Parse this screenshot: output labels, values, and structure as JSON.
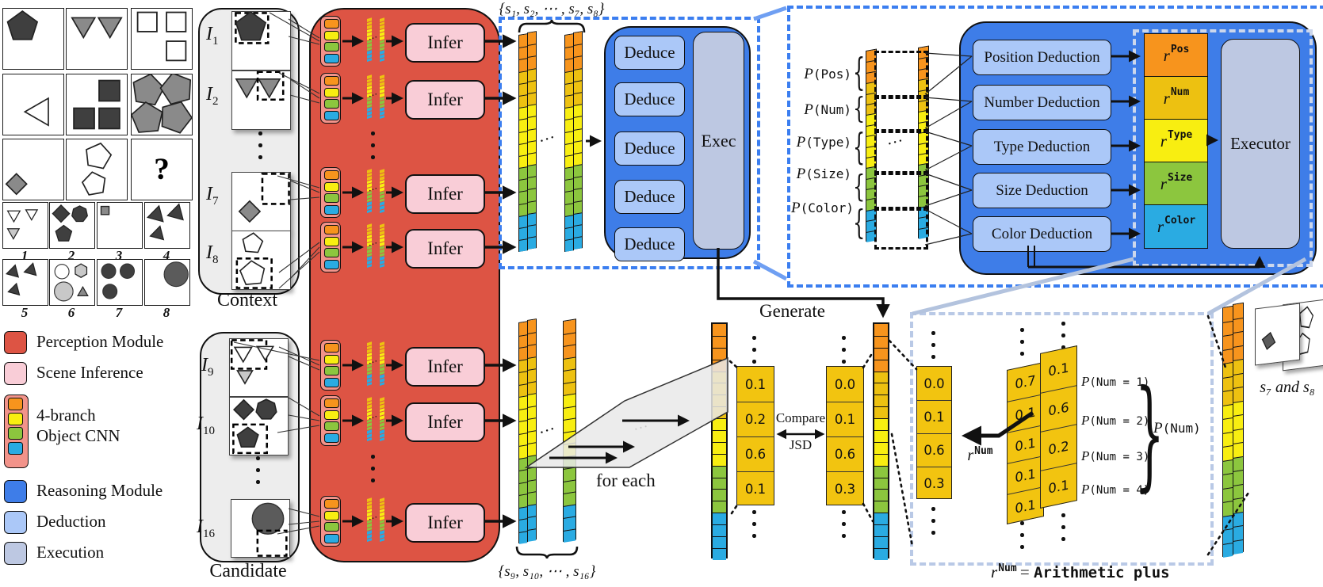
{
  "glyphs": {
    "hdots": "···",
    "question_mark": "?",
    "brace_left": "{",
    "brace_right": "}"
  },
  "answer_grid": {
    "numbers": [
      "1",
      "2",
      "3",
      "4",
      "5",
      "6",
      "7",
      "8"
    ]
  },
  "legend": {
    "items": [
      {
        "label": "Perception Module"
      },
      {
        "label": "Scene Inference"
      },
      {
        "label_line1": "4-branch",
        "label_line2": "Object CNN"
      },
      {
        "label": "Reasoning Module"
      },
      {
        "label": "Deduction"
      },
      {
        "label": "Execution"
      }
    ]
  },
  "context": {
    "label": "Context",
    "items": [
      {
        "base": "I",
        "sub": "1"
      },
      {
        "base": "I",
        "sub": "2"
      },
      {
        "base": "I",
        "sub": "7"
      },
      {
        "base": "I",
        "sub": "8"
      }
    ]
  },
  "candidate": {
    "label": "Candidate",
    "items": [
      {
        "base": "I",
        "sub": "9"
      },
      {
        "base": "I",
        "sub": "10"
      },
      {
        "base": "I",
        "sub": "16"
      }
    ]
  },
  "perception": {
    "infer_label": "Infer"
  },
  "scene_sets": {
    "context_set": "{s₁, s₂, ⋯ , s₇, s₈}",
    "candidate_set": "{s₉, s₁₀, ⋯ , s₁₆}"
  },
  "reasoning": {
    "deduce_labels": [
      "Deduce",
      "Deduce",
      "Deduce",
      "Deduce",
      "Deduce"
    ],
    "exec_label": "Exec"
  },
  "generate_label": "Generate",
  "detail_top": {
    "prob_labels": [
      {
        "p": "P",
        "rest": "(Pos)"
      },
      {
        "p": "P",
        "rest": "(Num)"
      },
      {
        "p": "P",
        "rest": "(Type)"
      },
      {
        "p": "P",
        "rest": "(Size)"
      },
      {
        "p": "P",
        "rest": "(Color)"
      }
    ],
    "deduction_boxes": [
      "Position Deduction",
      "Number Deduction",
      "Type Deduction",
      "Size Deduction",
      "Color Deduction"
    ],
    "rules": [
      {
        "base": "r",
        "sup": "Pos"
      },
      {
        "base": "r",
        "sup": "Num"
      },
      {
        "base": "r",
        "sup": "Type"
      },
      {
        "base": "r",
        "sup": "Size"
      },
      {
        "base": "r",
        "sup": "Color"
      }
    ],
    "executor_label": "Executor"
  },
  "compare": {
    "for_each": "for each",
    "compare": "Compare",
    "jsd": "JSD",
    "left_values": [
      "0.1",
      "0.2",
      "0.6",
      "0.1"
    ],
    "right_values": [
      "0.0",
      "0.1",
      "0.6",
      "0.3"
    ]
  },
  "detail_bottom": {
    "answer_values": [
      "0.0",
      "0.1",
      "0.6",
      "0.3"
    ],
    "rule_label": {
      "base": "r",
      "sup": "Num"
    },
    "mid_values": [
      "0.7",
      "0.1",
      "0.1",
      "0.1",
      "0.1"
    ],
    "right_values": [
      "0.1",
      "0.6",
      "0.2",
      "0.1"
    ],
    "pnum_labels": [
      {
        "p": "P",
        "rest": "(Num = 1)"
      },
      {
        "p": "P",
        "rest": "(Num = 2)"
      },
      {
        "p": "P",
        "rest": "(Num = 3)"
      },
      {
        "p": "P",
        "rest": "(Num = 4)"
      }
    ],
    "pnum_brace_label": {
      "p": "P",
      "rest": "(Num)"
    },
    "equation": {
      "base": "r",
      "sup": "Num",
      "eq": " = ",
      "value": "Arithmetic plus"
    }
  },
  "s78_label": "s₇ and s₈"
}
